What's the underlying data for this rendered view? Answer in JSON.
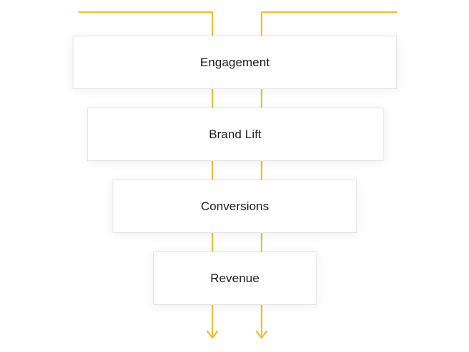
{
  "diagram": {
    "stages": [
      {
        "label": "Engagement"
      },
      {
        "label": "Brand Lift"
      },
      {
        "label": "Conversions"
      },
      {
        "label": "Revenue"
      }
    ]
  },
  "colors": {
    "flow_line": "#F2C037",
    "box_border": "#e3e3e3",
    "box_background": "#ffffff",
    "text": "#1c1c1c"
  },
  "icons": {
    "arrow_left": "arrow-down-icon",
    "arrow_right": "arrow-down-icon"
  }
}
